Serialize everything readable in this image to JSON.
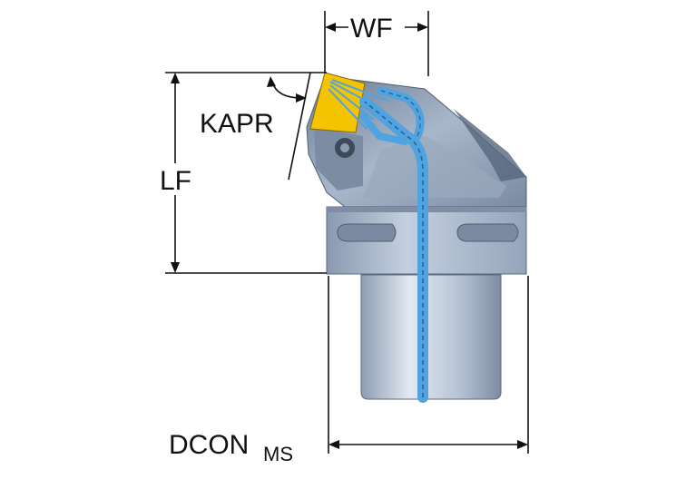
{
  "dimensions": {
    "wf": "WF",
    "kapr": "KAPR",
    "lf": "LF",
    "dcon_main": "DCON",
    "dcon_sub": "MS"
  },
  "colors": {
    "body_dark": "#6f7f96",
    "body_light": "#b9c6d7",
    "shank_light": "#d7dee8",
    "insert": "#f5c400",
    "coolant": "#4fa3e0",
    "outline": "#1a1a1a"
  }
}
